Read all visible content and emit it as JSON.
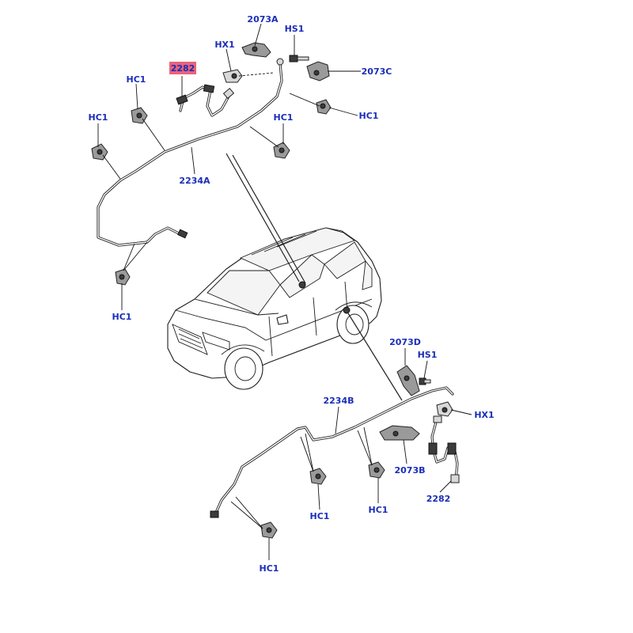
{
  "callouts": {
    "c2073a": "2073A",
    "hs1_top": "HS1",
    "hx1_top": "HX1",
    "c2282_top": "2282",
    "c2073c": "2073C",
    "hc1_a": "HC1",
    "hc1_b": "HC1",
    "hc1_c": "HC1",
    "hc1_d": "HC1",
    "hc1_e": "HC1",
    "c2234a": "2234A",
    "c2073d": "2073D",
    "hs1_bot": "HS1",
    "hx1_bot": "HX1",
    "c2234b": "2234B",
    "c2073b": "2073B",
    "c2282_bot": "2282",
    "hc1_f": "HC1",
    "hc1_g": "HC1",
    "hc1_h": "HC1"
  },
  "highlight_color": "#e8637a",
  "label_color": "#1a2eb8"
}
